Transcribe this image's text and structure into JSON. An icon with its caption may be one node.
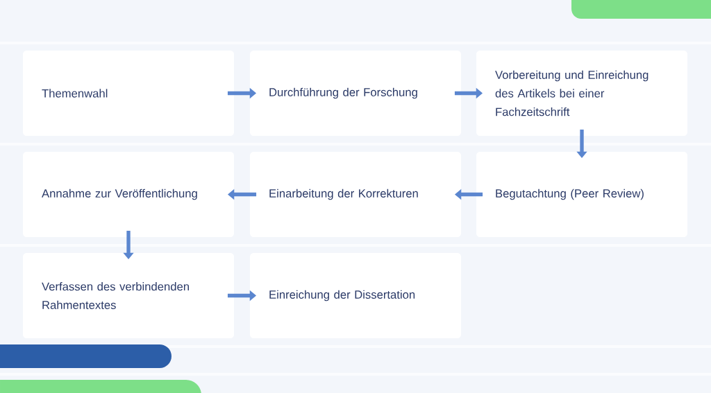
{
  "diagram": {
    "nodes": [
      {
        "text": [
          "Themenwahl"
        ]
      },
      {
        "text": [
          "Durchführung der Forschung"
        ]
      },
      {
        "text": [
          "Vorbereitung und Einreichung des Artikels bei einer Fachzeitschrift"
        ]
      },
      {
        "text": [
          "Annahme zur Veröffentlichung"
        ]
      },
      {
        "text": [
          "Einarbeitung der Korrekturen"
        ]
      },
      {
        "text": [
          "Begutachtung (Peer Review)"
        ]
      },
      {
        "text": [
          "Verfassen des verbindenden Rahmentextes"
        ]
      },
      {
        "text": [
          "Einreichung der Dissertation"
        ]
      }
    ],
    "edges": [
      {
        "from": 0,
        "to": 1,
        "arrow": "to"
      },
      {
        "from": 1,
        "to": 2,
        "arrow": "to"
      },
      {
        "from": 2,
        "to": 5,
        "arrow": "to"
      },
      {
        "from": 5,
        "to": 4,
        "arrow": "to"
      },
      {
        "from": 4,
        "to": 3,
        "arrow": "to"
      },
      {
        "from": 3,
        "to": 6,
        "arrow": "to"
      },
      {
        "from": 6,
        "to": 7,
        "arrow": "to"
      }
    ]
  }
}
